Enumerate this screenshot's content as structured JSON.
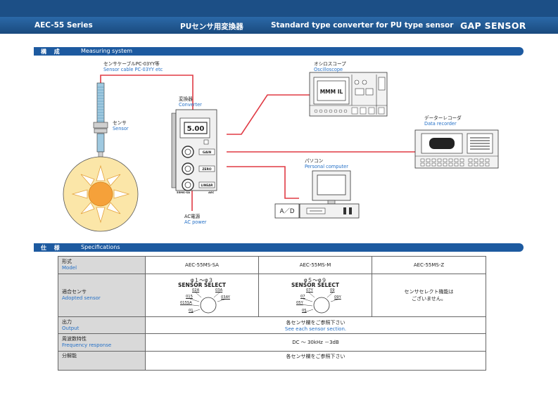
{
  "header": {
    "series": "AEC-55 Series",
    "title_jp": "PUセンサ用変換器",
    "title_en": "Standard type converter for PU type sensor",
    "brand": "GAP SENSOR"
  },
  "measuring": {
    "bar_jp": "構 成",
    "bar_en": "Measuring system",
    "cable_jp": "センサケーブルPC-03YY等",
    "cable_en": "Sensor cable PC-03YY etc",
    "sensor_jp": "センサ",
    "sensor_en": "Sensor",
    "converter_jp": "変換器",
    "converter_en": "Converter",
    "osc_jp": "オシロスコープ",
    "osc_en": "Oscilloscope",
    "rec_jp": "データーレコーダ",
    "rec_en": "Data recorder",
    "pc_jp": "パソコン",
    "pc_en": "Personal computer",
    "ac_jp": "AC電源",
    "ac_en": "AC power",
    "ad_label": "A／D",
    "display_value": "5.00",
    "osc_display": "MMM IL",
    "gain_label": "GAIN",
    "zero_label": "ZERO",
    "linear_label": "LINEAR",
    "model_tag": "55MS-SA",
    "maker_tag": "AEC"
  },
  "spec": {
    "bar_jp": "仕 様",
    "bar_en": "Specifications",
    "rows": {
      "model": {
        "jp": "形式",
        "en": "Model",
        "sa": "AEC-55MS-SA",
        "m": "AEC-55MS-M",
        "z": "AEC-55MS-Z"
      },
      "adopted": {
        "jp": "適合センサ",
        "en": "Adopted sensor",
        "sa_range": "φ１～φ３",
        "m_range": "φ５～φ９",
        "select_title": "SENSOR SELECT",
        "sa_labels": [
          "02A",
          "03A",
          "015",
          "03AY",
          "015SA",
          "01"
        ],
        "m_labels": [
          "07Y",
          "09",
          "07",
          "09Y",
          "05Y",
          "05"
        ],
        "z_note_1": "センサセレクト機能は",
        "z_note_2": "ございません。"
      },
      "output": {
        "jp": "出力",
        "en": "Output",
        "val_jp": "各センサ欄をご参照下さい",
        "val_en": "See each sensor section."
      },
      "freq": {
        "jp": "周波数特性",
        "en": "Frequency response",
        "val": "DC ～ 30kHz －3dB"
      },
      "resolution": {
        "jp": "分解能",
        "en": "",
        "val_jp": "各センサ欄をご参照下さい"
      }
    }
  }
}
